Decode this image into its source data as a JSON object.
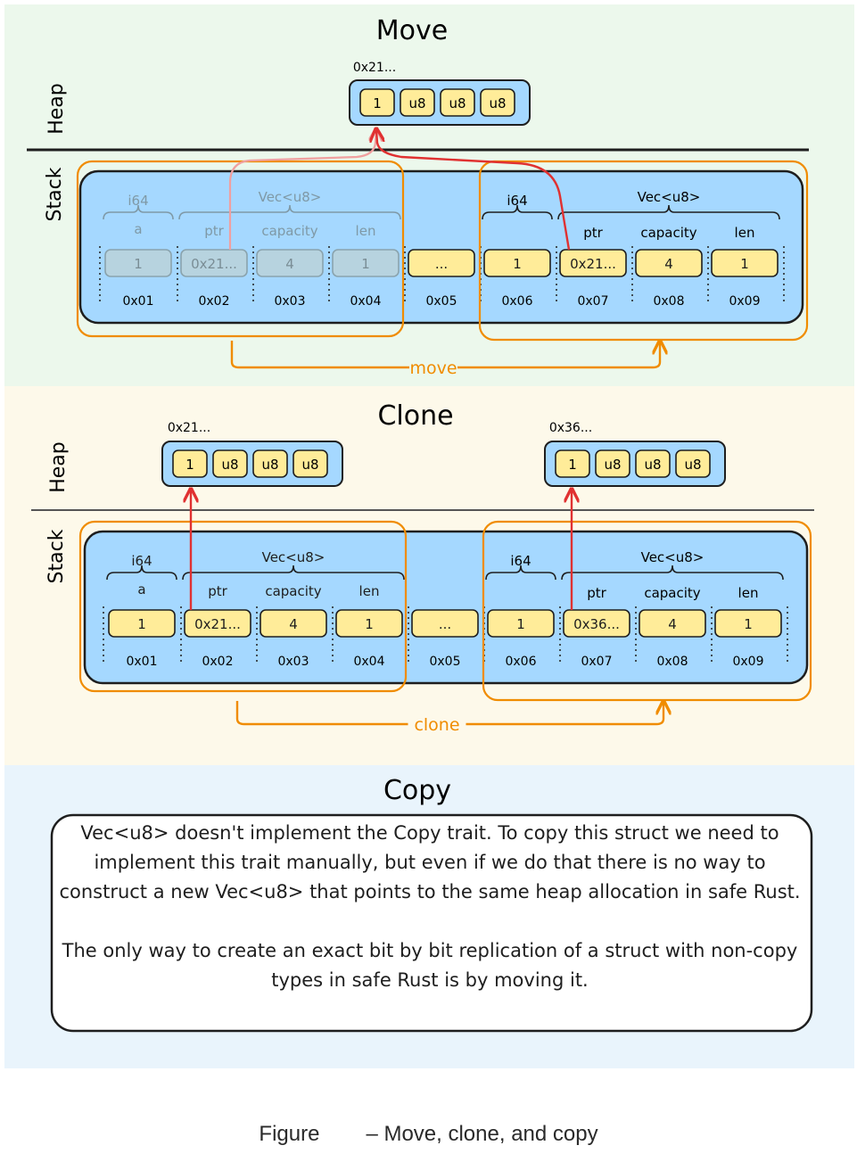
{
  "colors": {
    "move_bg": "#ecf8ec",
    "clone_bg": "#fdf9ea",
    "copy_bg": "#e9f4fc",
    "stack_blue": "#a5d8ff",
    "cell_yellow": "#ffec99",
    "orange": "#f08c00",
    "red": "#e03131",
    "ink": "#1e1e1e"
  },
  "move": {
    "title": "Move",
    "heap_label": "Heap",
    "stack_label": "Stack",
    "heap_address": "0x21...",
    "heap_cells": [
      "1",
      "u8",
      "u8",
      "u8"
    ],
    "struct_left": {
      "type": "i64",
      "vec_type": "Vec<u8>",
      "fields": [
        "a",
        "ptr",
        "capacity",
        "len"
      ]
    },
    "struct_right": {
      "type": "i64",
      "vec_type": "Vec<u8>",
      "fields": [
        "ptr",
        "capacity",
        "len"
      ]
    },
    "cells": [
      "1",
      "0x21...",
      "4",
      "1",
      "...",
      "1",
      "0x21...",
      "4",
      "1"
    ],
    "addresses": [
      "0x01",
      "0x02",
      "0x03",
      "0x04",
      "0x05",
      "0x06",
      "0x07",
      "0x08",
      "0x09"
    ],
    "arrow_label": "move"
  },
  "clone": {
    "title": "Clone",
    "heap_label": "Heap",
    "stack_label": "Stack",
    "heap_address_left": "0x21...",
    "heap_address_right": "0x36...",
    "heap_cells": [
      "1",
      "u8",
      "u8",
      "u8"
    ],
    "struct_left": {
      "type": "i64",
      "vec_type": "Vec<u8>",
      "fields": [
        "a",
        "ptr",
        "capacity",
        "len"
      ]
    },
    "struct_right": {
      "type": "i64",
      "vec_type": "Vec<u8>",
      "fields": [
        "ptr",
        "capacity",
        "len"
      ]
    },
    "cells": [
      "1",
      "0x21...",
      "4",
      "1",
      "...",
      "1",
      "0x36...",
      "4",
      "1"
    ],
    "addresses": [
      "0x01",
      "0x02",
      "0x03",
      "0x04",
      "0x05",
      "0x06",
      "0x07",
      "0x08",
      "0x09"
    ],
    "arrow_label": "clone"
  },
  "copy": {
    "title": "Copy",
    "paragraph_1": "Vec<u8> doesn't implement the Copy trait. To copy this struct we need to implement this trait manually, but even if we do that there is no way to construct a new Vec<u8> that points to the same heap allocation in safe Rust.",
    "paragraph_2": "The only way to create an exact bit by bit replication of a struct with non-copy types in safe Rust is by moving it."
  },
  "caption": {
    "prefix": "Figure",
    "text": "– Move, clone, and copy"
  }
}
